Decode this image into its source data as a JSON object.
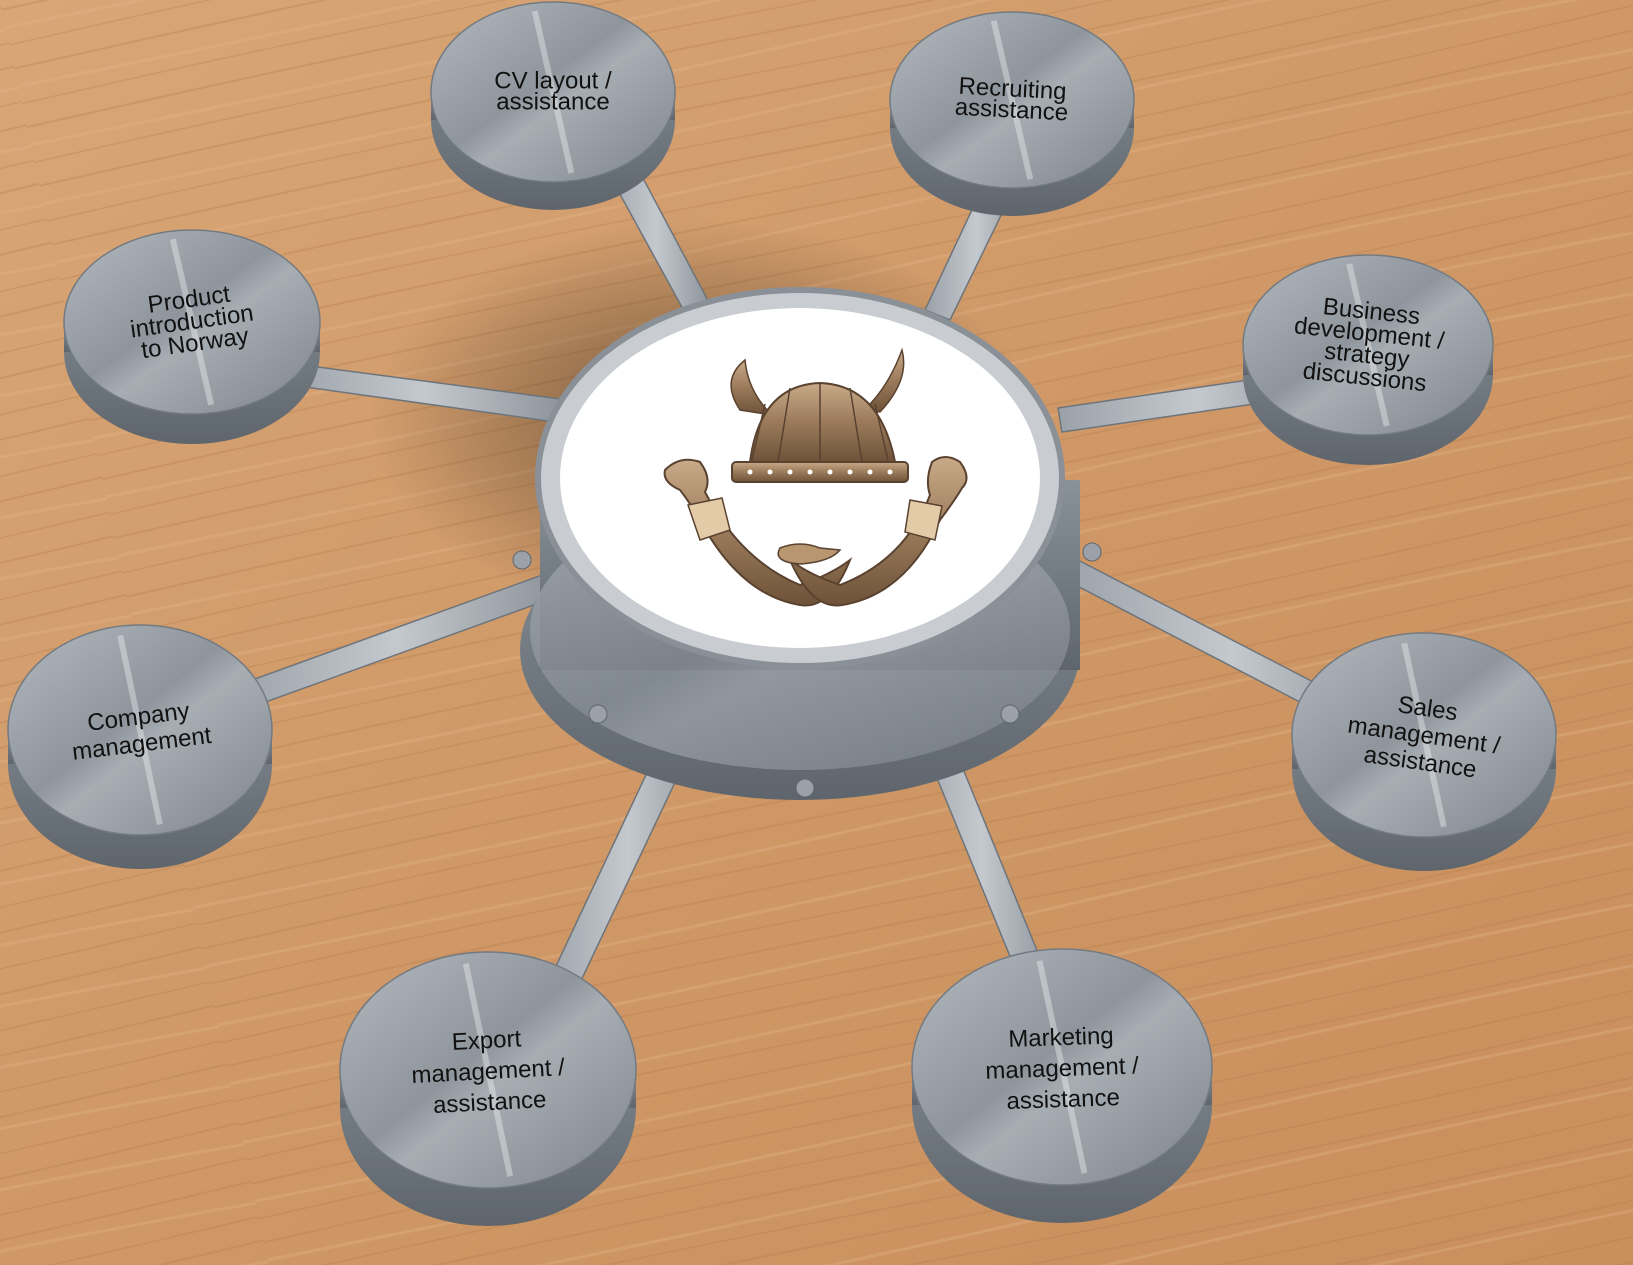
{
  "hub": {
    "emblem": "viking-helmet-crossed-arms-emblem",
    "colors": {
      "emblem": "#9a7a5a",
      "hub_face": "#ffffff",
      "steel": "#8f979f",
      "wood": "#d29c6c"
    }
  },
  "nodes": [
    {
      "id": "cv",
      "lines": [
        "CV layout /",
        "assistance"
      ]
    },
    {
      "id": "recruiting",
      "lines": [
        "Recruiting",
        "assistance"
      ]
    },
    {
      "id": "business",
      "lines": [
        "Business",
        "development /",
        "strategy",
        "discussions"
      ]
    },
    {
      "id": "sales",
      "lines": [
        "Sales",
        "management /",
        "assistance"
      ]
    },
    {
      "id": "marketing",
      "lines": [
        "Marketing",
        "management /",
        "assistance"
      ]
    },
    {
      "id": "export",
      "lines": [
        "Export",
        "management /",
        "assistance"
      ]
    },
    {
      "id": "company",
      "lines": [
        "Company",
        "management"
      ]
    },
    {
      "id": "product",
      "lines": [
        "Product",
        "introduction",
        "to Norway"
      ]
    }
  ]
}
